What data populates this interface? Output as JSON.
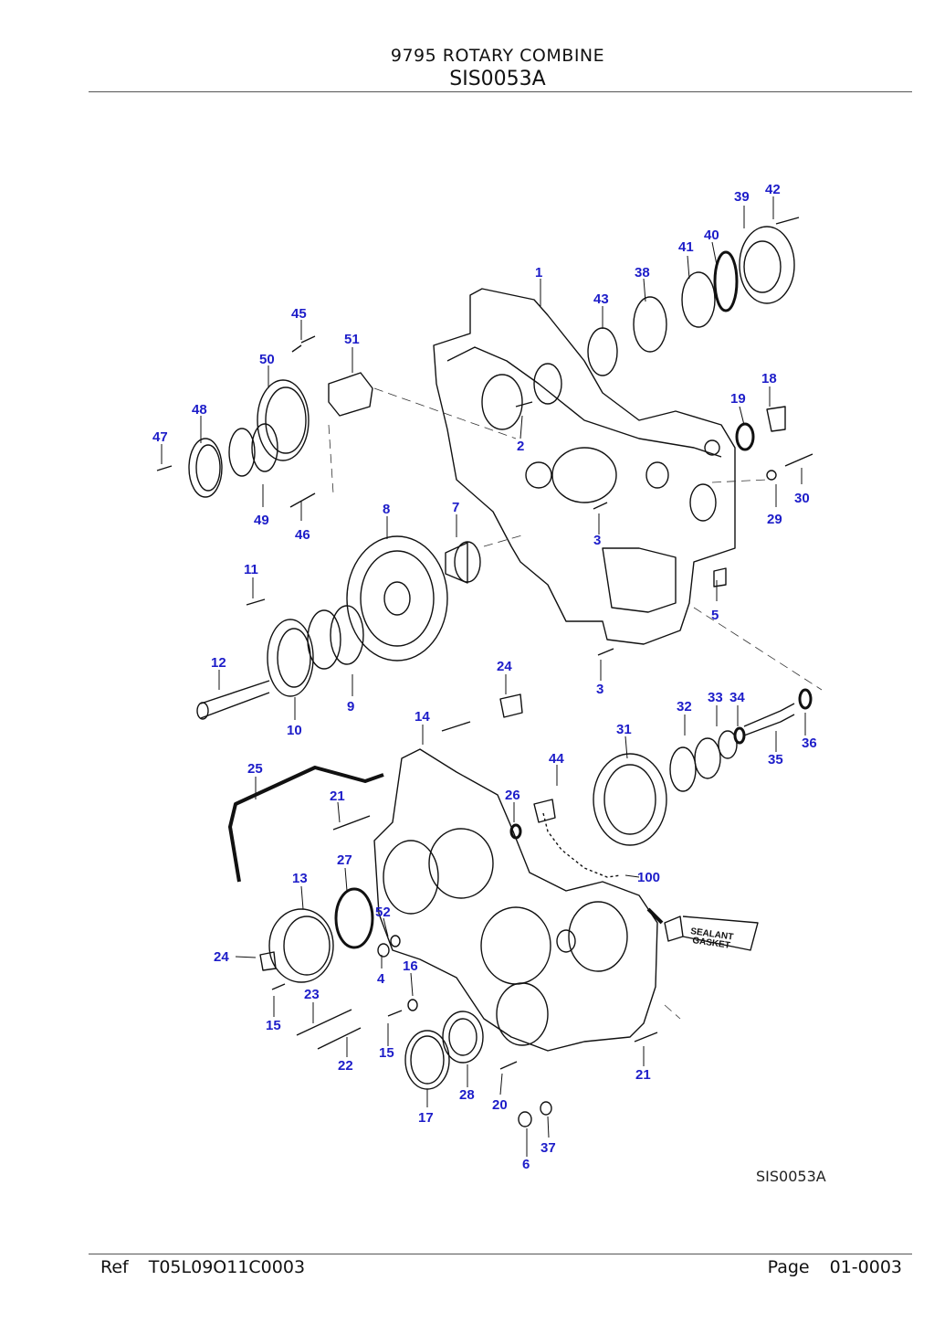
{
  "header": {
    "title": "9795 ROTARY COMBINE",
    "subtitle": "SIS0053A"
  },
  "figure": {
    "id_label": "SIS0053A",
    "sealant_label_1": "SEALANT",
    "sealant_label_2": "GASKET",
    "callouts": [
      {
        "label": "42"
      },
      {
        "label": "39"
      },
      {
        "label": "40"
      },
      {
        "label": "41"
      },
      {
        "label": "1"
      },
      {
        "label": "38"
      },
      {
        "label": "43"
      },
      {
        "label": "45"
      },
      {
        "label": "51"
      },
      {
        "label": "50"
      },
      {
        "label": "18"
      },
      {
        "label": "19"
      },
      {
        "label": "48"
      },
      {
        "label": "2"
      },
      {
        "label": "47"
      },
      {
        "label": "30"
      },
      {
        "label": "29"
      },
      {
        "label": "49"
      },
      {
        "label": "46"
      },
      {
        "label": "8"
      },
      {
        "label": "7"
      },
      {
        "label": "3"
      },
      {
        "label": "11"
      },
      {
        "label": "5"
      },
      {
        "label": "12"
      },
      {
        "label": "24"
      },
      {
        "label": "3"
      },
      {
        "label": "9"
      },
      {
        "label": "10"
      },
      {
        "label": "33"
      },
      {
        "label": "34"
      },
      {
        "label": "32"
      },
      {
        "label": "14"
      },
      {
        "label": "31"
      },
      {
        "label": "36"
      },
      {
        "label": "35"
      },
      {
        "label": "44"
      },
      {
        "label": "25"
      },
      {
        "label": "26"
      },
      {
        "label": "21"
      },
      {
        "label": "27"
      },
      {
        "label": "100"
      },
      {
        "label": "13"
      },
      {
        "label": "52"
      },
      {
        "label": "24"
      },
      {
        "label": "16"
      },
      {
        "label": "4"
      },
      {
        "label": "23"
      },
      {
        "label": "15"
      },
      {
        "label": "15"
      },
      {
        "label": "22"
      },
      {
        "label": "28"
      },
      {
        "label": "21"
      },
      {
        "label": "17"
      },
      {
        "label": "20"
      },
      {
        "label": "37"
      },
      {
        "label": "6"
      }
    ]
  },
  "footer": {
    "ref_label": "Ref",
    "ref_value": "T05L09O11C0003",
    "page_label": "Page",
    "page_value": "01-0003"
  }
}
